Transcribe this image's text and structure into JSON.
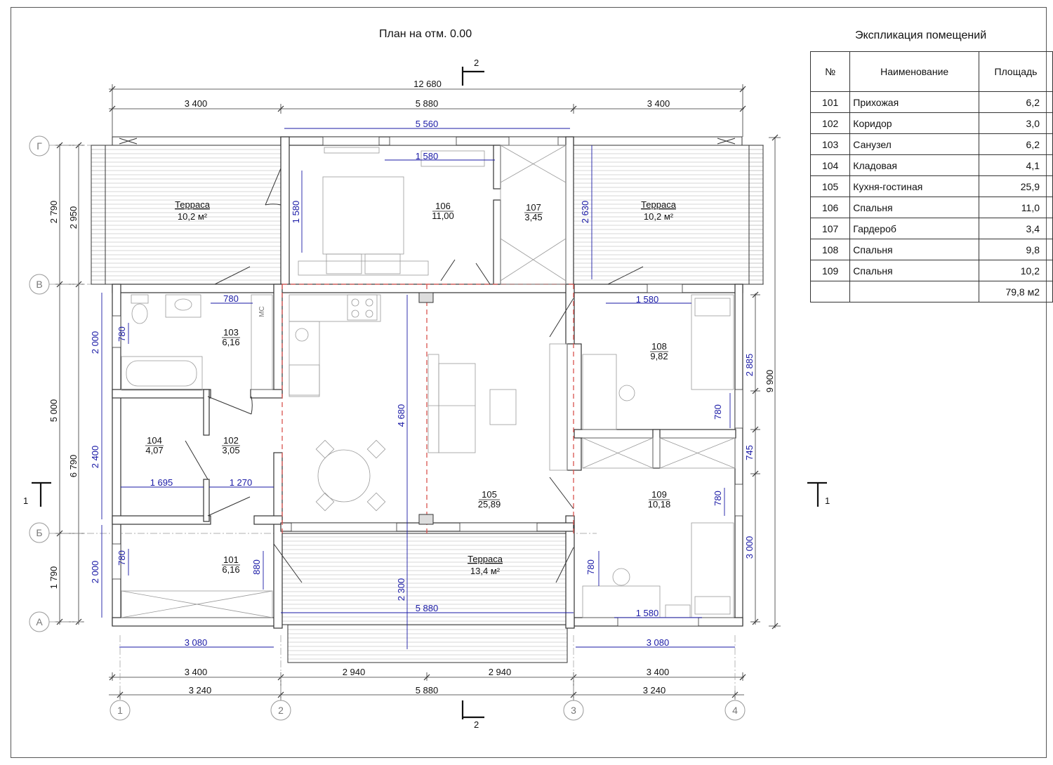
{
  "plan_title": "План на отм. 0.00",
  "table": {
    "title": "Экспликация помещений",
    "headers": {
      "no": "№",
      "name": "Наименование",
      "area": "Площадь"
    },
    "rows": [
      {
        "no": "101",
        "name": "Прихожая",
        "area": "6,2"
      },
      {
        "no": "102",
        "name": "Коридор",
        "area": "3,0"
      },
      {
        "no": "103",
        "name": "Санузел",
        "area": "6,2"
      },
      {
        "no": "104",
        "name": "Кладовая",
        "area": "4,1"
      },
      {
        "no": "105",
        "name": "Кухня-гостиная",
        "area": "25,9"
      },
      {
        "no": "106",
        "name": "Спальня",
        "area": "11,0"
      },
      {
        "no": "107",
        "name": "Гардероб",
        "area": "3,4"
      },
      {
        "no": "108",
        "name": "Спальня",
        "area": "9,8"
      },
      {
        "no": "109",
        "name": "Спальня",
        "area": "10,2"
      }
    ],
    "total": "79,8 м2"
  },
  "rooms": {
    "r101": {
      "num": "101",
      "area": "6,16"
    },
    "r102": {
      "num": "102",
      "area": "3,05"
    },
    "r103": {
      "num": "103",
      "area": "6,16"
    },
    "r104": {
      "num": "104",
      "area": "4,07"
    },
    "r105": {
      "num": "105",
      "area": "25,89"
    },
    "r106": {
      "num": "106",
      "area": "11,00"
    },
    "r107": {
      "num": "107",
      "area": "3,45"
    },
    "r108": {
      "num": "108",
      "area": "9,82"
    },
    "r109": {
      "num": "109",
      "area": "10,18"
    }
  },
  "terraces": {
    "left": {
      "name": "Терраса",
      "area": "10,2 м²"
    },
    "right": {
      "name": "Терраса",
      "area": "10,2 м²"
    },
    "bottom": {
      "name": "Терраса",
      "area": "13,4 м²"
    }
  },
  "axes": {
    "rows": [
      "Г",
      "В",
      "Б",
      "А"
    ],
    "cols": [
      "1",
      "2",
      "3",
      "4"
    ]
  },
  "sections": {
    "s1": "1",
    "s2": "2"
  },
  "bath_label": "МС",
  "dims": {
    "top_total": "12 680",
    "top_a": "3 400",
    "top_b": "5 880",
    "top_c": "3 400",
    "blue_top": "5 560",
    "left_a": "2 790",
    "left_b": "2 950",
    "left_c": "5 000",
    "left_d": "6 790",
    "left_e": "1 790",
    "right_total": "9 900",
    "bot_a1": "3 400",
    "bot_b1": "2 940",
    "bot_b2": "2 940",
    "bot_c1": "3 400",
    "bot_a2": "3 240",
    "bot_b3": "5 880",
    "bot_c2": "3 240",
    "b_1580_106": "1 580",
    "b_1580_v": "1 580",
    "b_2630": "2 630",
    "b_780_103": "780",
    "b_780_103v": "780",
    "b_2000_a": "2 000",
    "b_2400": "2 400",
    "b_2000_b": "2 000",
    "b_1695": "1 695",
    "b_1270": "1 270",
    "b_780_101": "780",
    "b_880": "880",
    "b_3080_l": "3 080",
    "b_4680": "4 680",
    "b_2300": "2 300",
    "b_5880": "5 880",
    "b_1580_108": "1 580",
    "b_2885": "2 885",
    "b_780_108": "780",
    "b_745": "745",
    "b_780_109": "780",
    "b_3000": "3 000",
    "b_780_109b": "780",
    "b_1580_109": "1 580",
    "b_3080_r": "3 080"
  },
  "colors": {
    "dim_blue": "#1a1aa6",
    "red_dash": "#d9534f",
    "wall": "#333333"
  }
}
